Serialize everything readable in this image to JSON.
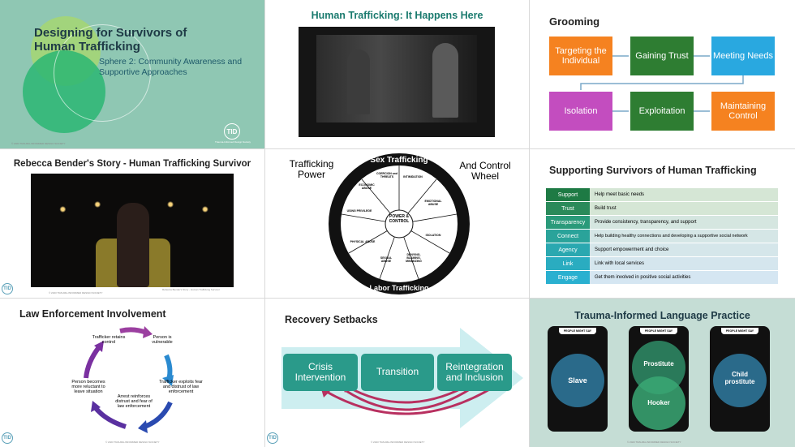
{
  "s1": {
    "title": "Designing for Survivors of Human Trafficking",
    "subtitle": "Sphere 2:  Community Awareness and Supportive Approaches",
    "logo": "TID",
    "logo_sub": "Trauma-Informed Design Society",
    "copyright": "© 2023 TRAUMA-INFORMED DESIGN SOCIETY"
  },
  "s2": {
    "title": "Human Trafficking:  It Happens Here"
  },
  "s3": {
    "title": "Grooming",
    "steps": [
      "Targeting the Individual",
      "Gaining Trust",
      "Meeting Needs",
      "Isolation",
      "Exploitation",
      "Maintaining Control"
    ],
    "colors": {
      "orange": "#f58220",
      "green": "#2e7d32",
      "blue": "#29a8e0",
      "purple": "#c34dbf"
    }
  },
  "s4": {
    "title": "Rebecca Bender's Story - Human Trafficking Survivor",
    "caption": "Rebecca Bender's Story - Human Trafficking Survivor",
    "logo": "TID",
    "copyright": "© 2023 TRAUMA-INFORMED DESIGN SOCIETY"
  },
  "s5": {
    "left_label": "Trafficking Power",
    "right_label": "And Control Wheel",
    "top_arc": "Sex Trafficking",
    "bottom_arc": "Labor Trafficking",
    "center": "POWER & CONTROL",
    "segments": [
      "COERCION and THREATS",
      "INTIMIDATION",
      "EMOTIONAL ABUSE",
      "ISOLATION",
      "DENYING, BLAMING, MINIMIZING",
      "SEXUAL ABUSE",
      "PHYSICAL ABUSE",
      "USING PRIVILEGE",
      "ECONOMIC ABUSE"
    ]
  },
  "s6": {
    "title": "Supporting Survivors of Human Trafficking",
    "rows": [
      {
        "label": "Support",
        "text": "Help meet basic needs"
      },
      {
        "label": "Trust",
        "text": "Build trust"
      },
      {
        "label": "Transparency",
        "text": "Provide consistency, transparency, and support"
      },
      {
        "label": "Connect",
        "text": "Help building healthy connections and developing a supportive social network"
      },
      {
        "label": "Agency",
        "text": "Support empowerment and choice"
      },
      {
        "label": "Link",
        "text": "Link with local services"
      },
      {
        "label": "Engage",
        "text": "Get them involved in positive social activities"
      }
    ]
  },
  "s7": {
    "title": "Law Enforcement Involvement",
    "cycle": [
      "Trafficker retains control",
      "Person is vulnerable",
      "Trafficker exploits fear and distrust of law enforcement",
      "Arrest reinforces distrust and fear of law enforcement",
      "Person becomes more reluctant to leave situation"
    ],
    "logo": "TID",
    "copyright": "© 2023 TRAUMA-INFORMED DESIGN SOCIETY"
  },
  "s8": {
    "title": "Recovery Setbacks",
    "stages": [
      "Crisis Intervention",
      "Transition",
      "Reintegration and Inclusion"
    ],
    "logo": "TID",
    "copyright": "© 2023 TRAUMA-INFORMED DESIGN SOCIETY"
  },
  "s9": {
    "title": "Trauma-Informed Language Practice",
    "card_header": "PEOPLE MIGHT SAY",
    "cards": [
      [
        "Slave"
      ],
      [
        "Prostitute",
        "Hooker"
      ],
      [
        "Child prostitute"
      ]
    ],
    "copyright": "© 2023 TRAUMA-INFORMED DESIGN SOCIETY"
  }
}
